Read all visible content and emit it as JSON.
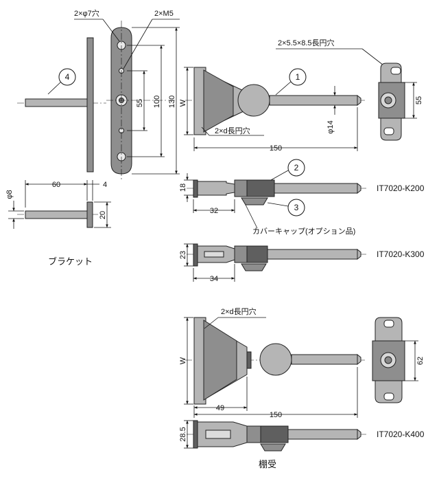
{
  "bracket_front": {
    "hole_label": "2×φ7穴",
    "thread_label": "2×M5",
    "d55": "55",
    "d100": "100",
    "d130": "130"
  },
  "bracket_side": {
    "d60": "60",
    "d4": "4",
    "d_phi8": "φ8",
    "d20": "20",
    "caption": "ブラケット"
  },
  "balloons": {
    "b1": "1",
    "b2": "2",
    "b3": "3",
    "b4": "4"
  },
  "support_top": {
    "w": "W",
    "slot": "2×d長円穴",
    "d150": "150",
    "d_phi14": "φ14"
  },
  "support_end_top": {
    "slot": "2×5.5×8.5長円穴",
    "d55": "55"
  },
  "k200": {
    "d18": "18",
    "d32": "32",
    "model": "IT7020-K200"
  },
  "cover_cap": "カバーキャップ(オプション品)",
  "k300": {
    "d23": "23",
    "d34": "34",
    "model": "IT7020-K300"
  },
  "support_bottom": {
    "slot": "2×d長円穴",
    "w": "W",
    "d49": "49",
    "d150": "150"
  },
  "support_end_bottom": {
    "d62": "62"
  },
  "k400": {
    "d285": "28.5",
    "model": "IT7020-K400",
    "caption": "棚受"
  }
}
